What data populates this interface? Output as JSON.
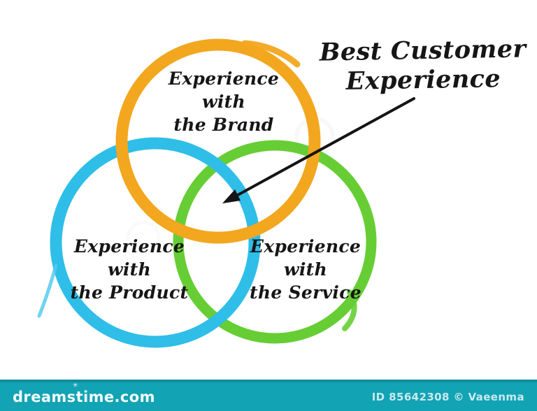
{
  "title": {
    "lines": [
      "Best Customer",
      "Experience"
    ]
  },
  "venn": {
    "type": "venn-diagram",
    "circles": [
      {
        "name": "brand",
        "color": "#F2A71E",
        "label_lines": [
          "Experience",
          "with",
          "the Brand"
        ]
      },
      {
        "name": "product",
        "color": "#2EBEE8",
        "label_lines": [
          "Experience",
          "with",
          "the Product"
        ]
      },
      {
        "name": "service",
        "color": "#66CE34",
        "label_lines": [
          "Experience",
          "with",
          "the Service"
        ]
      }
    ],
    "arrow": {
      "color": "#141414",
      "points_to": "center-intersection"
    }
  },
  "watermark_bar": {
    "logo_text": "dreamstime.com",
    "credit_text": "ID 85642308 © Vaeenma",
    "bar_color": "#12A3B4"
  },
  "icons": {
    "logo_flower": "✳"
  }
}
